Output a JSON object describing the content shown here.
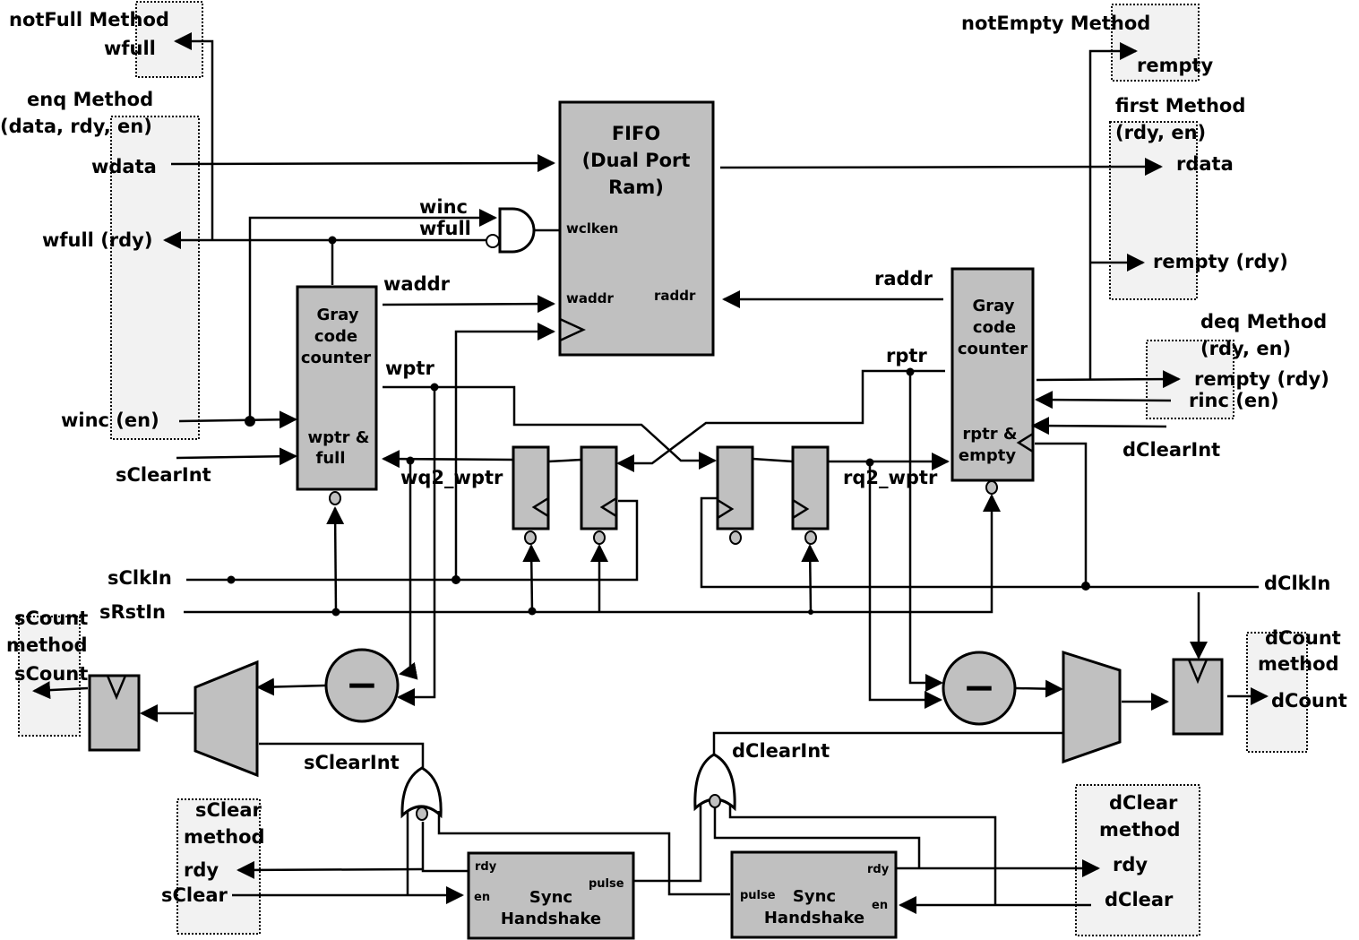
{
  "blocks": {
    "fifo": [
      "FIFO",
      "(Dual Port",
      "Ram)"
    ],
    "fifo_wclken": "wclken",
    "fifo_waddr": "waddr",
    "fifo_raddr": "raddr",
    "wgray": [
      "Gray",
      "code",
      "counter"
    ],
    "wgray_out": [
      "wptr &",
      "full"
    ],
    "rgray": [
      "Gray",
      "code",
      "counter"
    ],
    "rgray_out": [
      "rptr &",
      "empty"
    ],
    "sync1": [
      "Sync",
      "Handshake"
    ],
    "sync1_rdy": "rdy",
    "sync1_en": "en",
    "sync1_pulse": "pulse",
    "sync2": [
      "Sync",
      "Handshake"
    ],
    "sync2_pulse": "pulse",
    "sync2_rdy": "rdy",
    "sync2_en": "en"
  },
  "methods": {
    "notfull": {
      "title": "notFull Method",
      "wfull": "wfull"
    },
    "enq": {
      "title": [
        "enq Method",
        "(data, rdy, en)"
      ],
      "wdata": "wdata",
      "wfull_rdy": "wfull (rdy)",
      "winc_en": "winc (en)"
    },
    "notempty": {
      "title": "notEmpty Method",
      "rempty": "rempty"
    },
    "first": {
      "title": [
        "first Method",
        "(rdy, en)"
      ],
      "rdata": "rdata",
      "rempty_rdy": "rempty (rdy)"
    },
    "deq": {
      "title": [
        "deq Method",
        "(rdy, en)"
      ],
      "rempty_rdy": "rempty (rdy)",
      "rinc_en": "rinc (en)"
    },
    "scount": {
      "title": [
        "sCount",
        "method"
      ],
      "out": "sCount"
    },
    "dcount": {
      "title": [
        "dCount",
        "method"
      ],
      "out": "dCount"
    },
    "sclear": {
      "title": [
        "sClear",
        "method"
      ],
      "rdy": "rdy",
      "in": "sClear"
    },
    "dclear": {
      "title": [
        "dClear",
        "method"
      ],
      "rdy": "rdy",
      "in": "dClear"
    }
  },
  "signals": {
    "winc": "winc",
    "wfull": "wfull",
    "waddr": "waddr",
    "wptr": "wptr",
    "wq2_wptr": "wq2_wptr",
    "raddr": "raddr",
    "rptr": "rptr",
    "rq2_wptr": "rq2_wptr",
    "sClearInt_left": "sClearInt",
    "sClkIn": "sClkIn",
    "sRstIn": "sRstIn",
    "dClkIn": "dClkIn",
    "dClearInt_right": "dClearInt",
    "sClearInt_bottom": "sClearInt",
    "dClearInt_bottom": "dClearInt",
    "minus": "−"
  },
  "colors": {
    "block": "#c0c0c0",
    "interface": "#f2f2f2"
  }
}
